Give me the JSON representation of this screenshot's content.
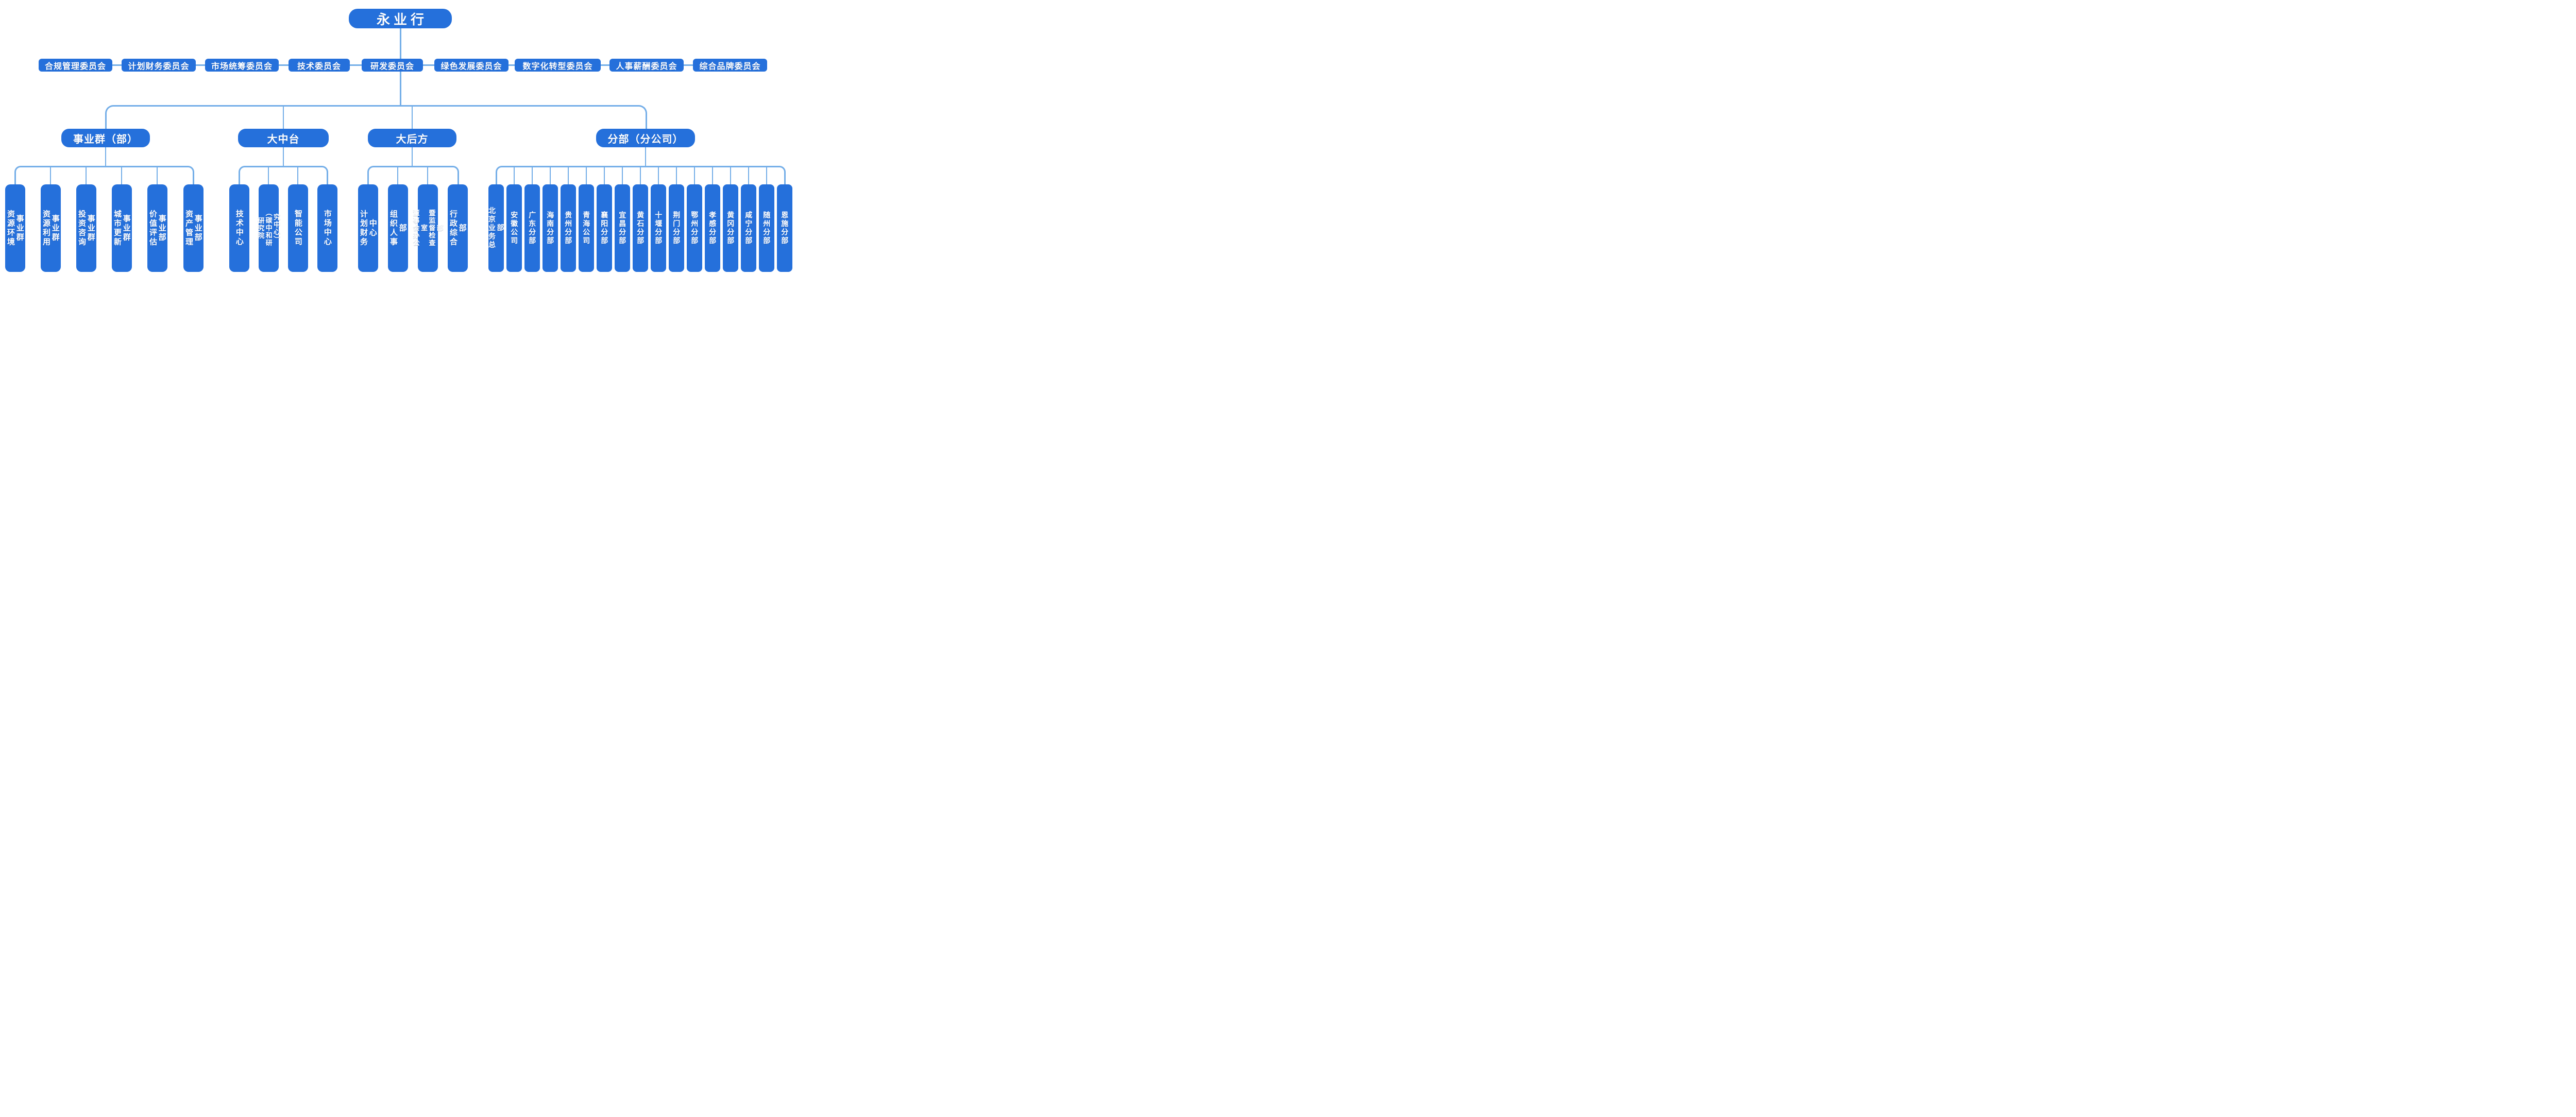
{
  "root": {
    "label": "永业行"
  },
  "committees": [
    "合规管理委员会",
    "计划财务委员会",
    "市场统筹委员会",
    "技术委员会",
    "研发委员会",
    "绿色发展委员会",
    "数字化转型委员会",
    "人事薪酬委员会",
    "综合品牌委员会"
  ],
  "branches": [
    {
      "label": "事业群（部）",
      "children": [
        "资源环境事业群",
        "资源利用事业群",
        "投资咨询事业群",
        "城市更新事业群",
        "价值评估事业部",
        "资产管理事业部"
      ]
    },
    {
      "label": "大中台",
      "children": [
        "技术中心",
        "研究院\n（碳中和研究中心）",
        "智能公司",
        "市场中心"
      ]
    },
    {
      "label": "大后方",
      "children": [
        "计划财务中心",
        "组织人事部",
        "董事会办公室\n暨监督检查部",
        "行政综合部"
      ]
    },
    {
      "label": "分部（分公司）",
      "children": [
        "北京业务总部",
        "安徽公司",
        "广东分部",
        "海南分部",
        "贵州分部",
        "青海公司",
        "襄阳分部",
        "宜昌分部",
        "黄石分部",
        "十堰分部",
        "荆门分部",
        "鄂州分部",
        "孝感分部",
        "黄冈分部",
        "咸宁分部",
        "随州分部",
        "恩施分部"
      ]
    }
  ],
  "colors": {
    "node_fill": "#2570db",
    "connector": "#74aee8",
    "text": "#ffffff",
    "background": "#ffffff"
  }
}
